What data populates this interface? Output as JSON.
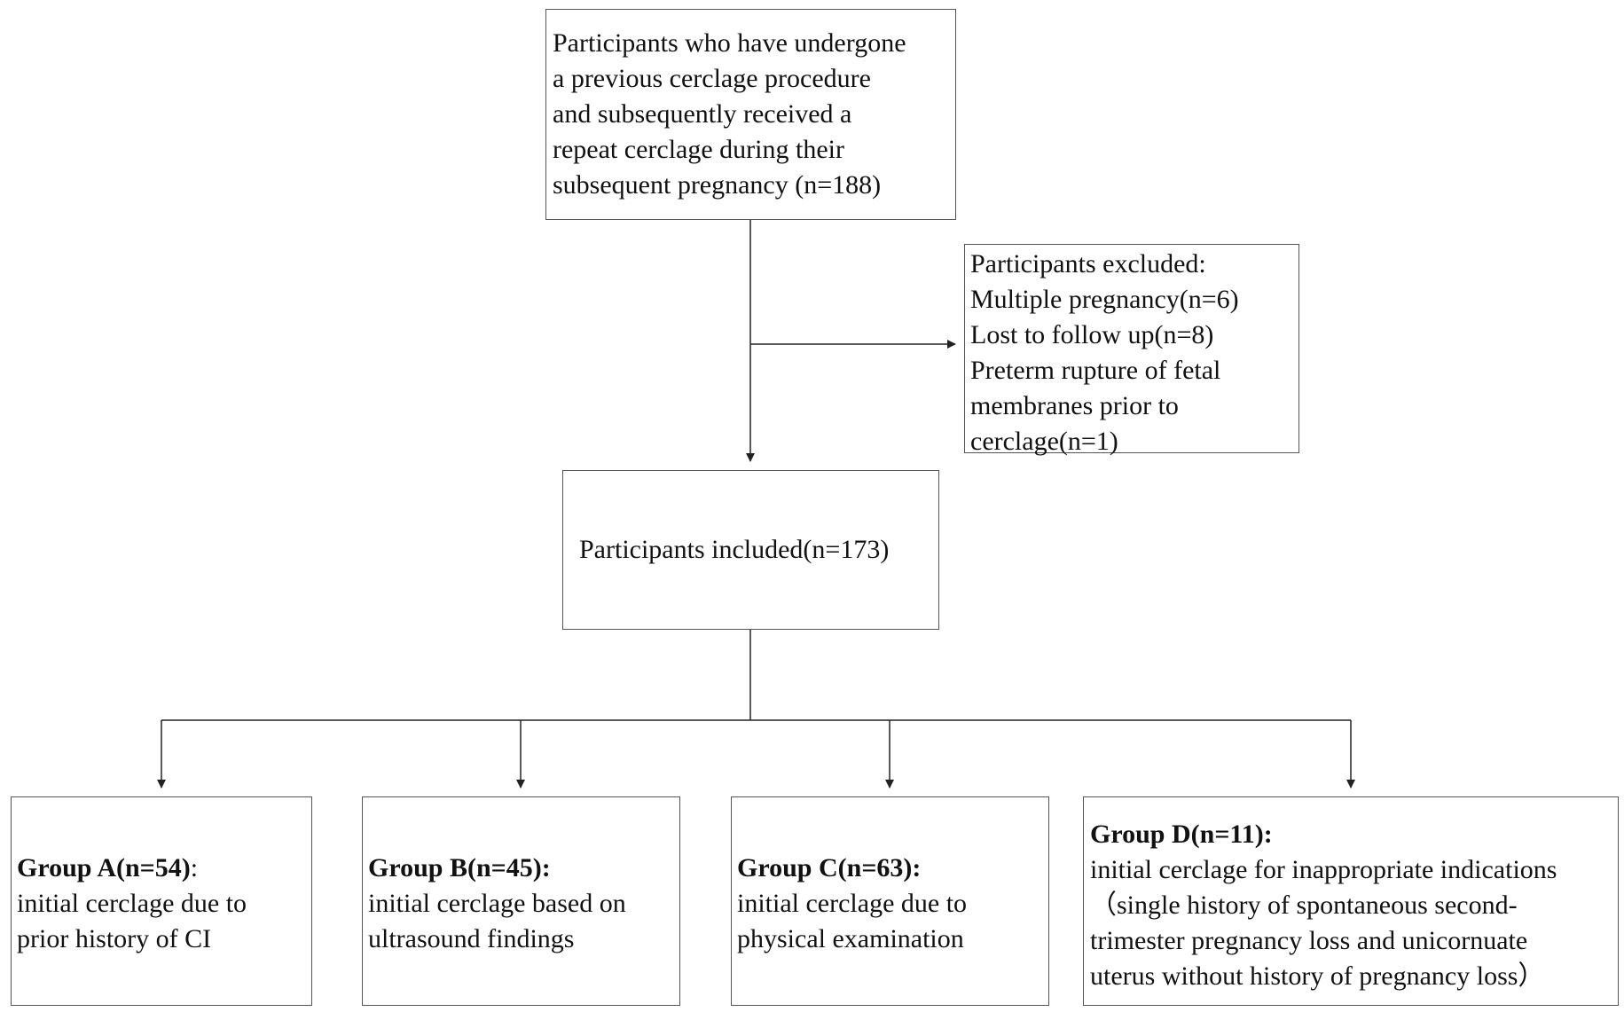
{
  "screened": {
    "lines": [
      "Participants who have undergone",
      "a previous cerclage procedure",
      "and subsequently received a",
      "repeat cerclage during their",
      "subsequent pregnancy (n=188)"
    ]
  },
  "excluded": {
    "lines": [
      "Participants excluded:",
      "Multiple pregnancy(n=6)",
      "Lost to follow up(n=8)",
      "Preterm rupture of fetal",
      "membranes prior to",
      "cerclage(n=1)"
    ]
  },
  "included": {
    "label": "Participants included(n=173)"
  },
  "groups": [
    {
      "title": "Group A(n=54)",
      "colon": ":",
      "lines": [
        "initial cerclage due to",
        "prior history of CI"
      ]
    },
    {
      "title": "Group B(n=45):",
      "colon": "",
      "lines": [
        "initial cerclage based on",
        "ultrasound findings"
      ]
    },
    {
      "title": "Group C(n=63):",
      "colon": "",
      "lines": [
        "initial cerclage due to",
        "physical examination"
      ]
    },
    {
      "title": "Group D(n=11):",
      "colon": "",
      "lines": [
        "initial cerclage for inappropriate indications",
        "（single history of spontaneous second-",
        "trimester pregnancy loss and unicornuate",
        "uterus without history of pregnancy loss）"
      ]
    }
  ],
  "colors": {
    "line": "#222222",
    "border": "#555555",
    "text": "#111111"
  }
}
